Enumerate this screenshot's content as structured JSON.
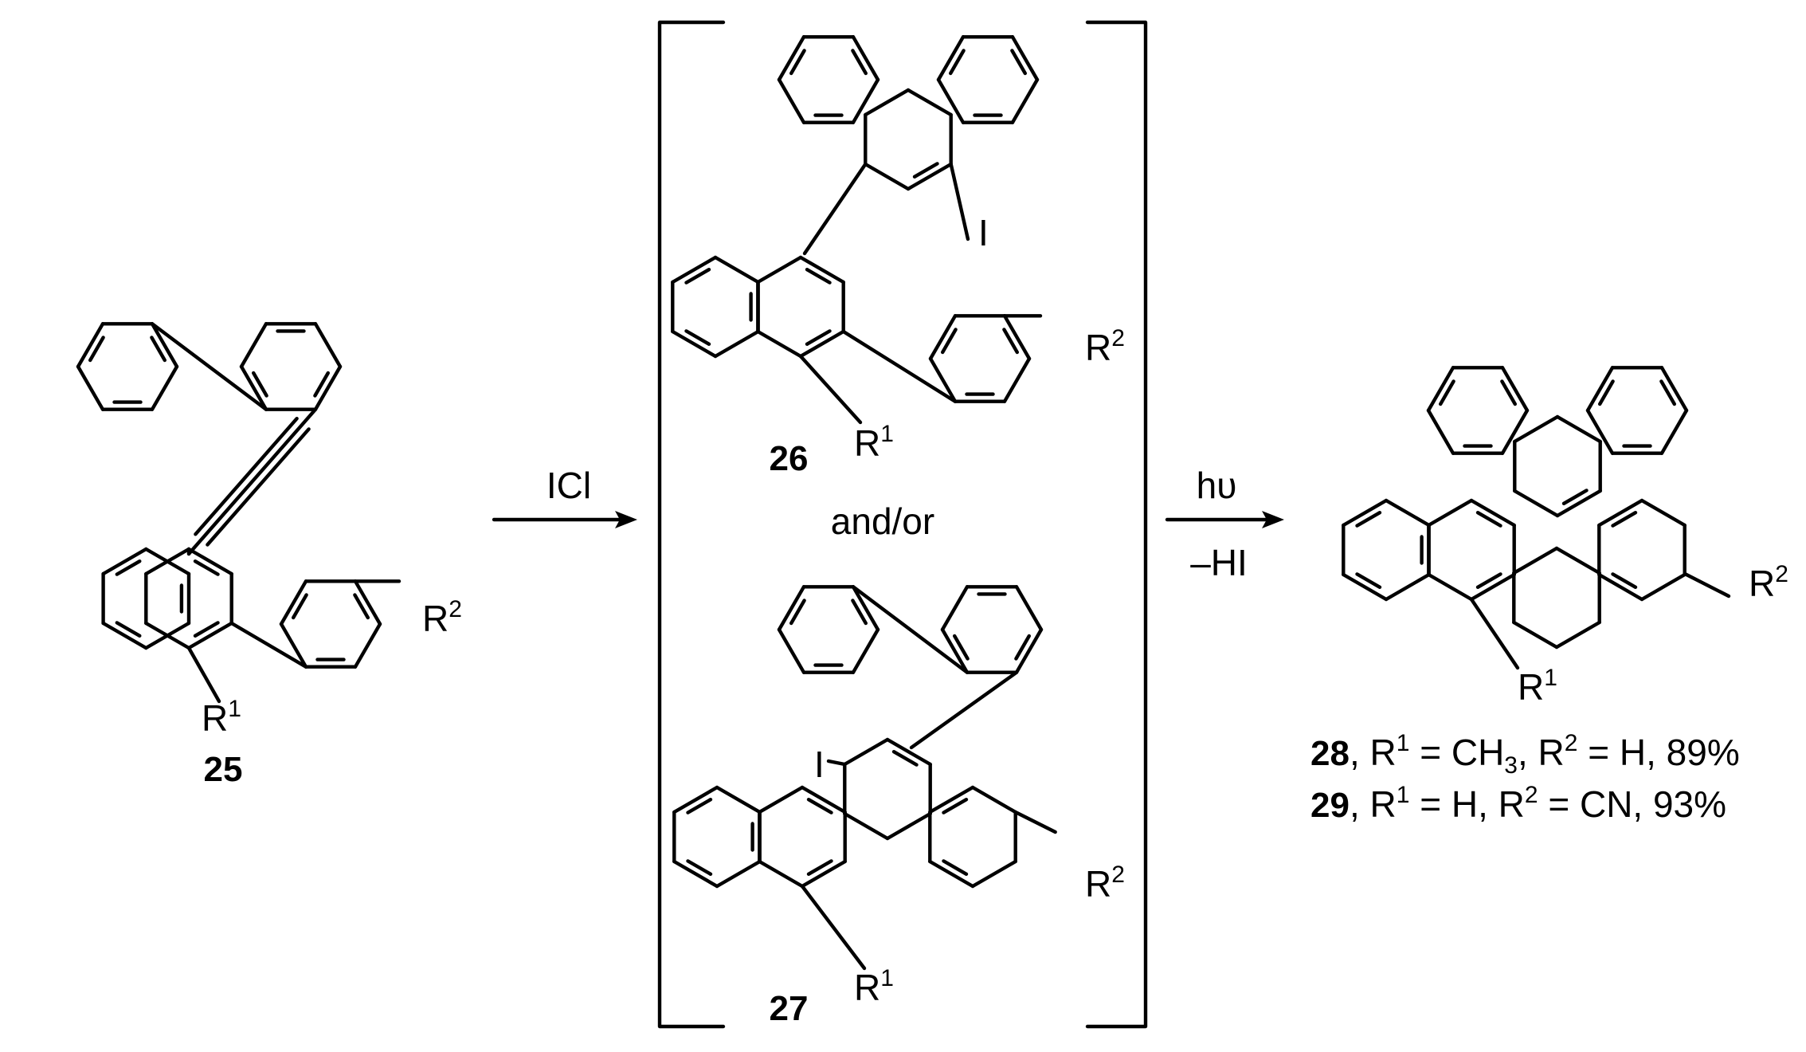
{
  "scheme": {
    "compound_25": {
      "number": "25",
      "r1_symbol": "R",
      "r1_index": "1",
      "r2_symbol": "R",
      "r2_index": "2"
    },
    "step1": {
      "reagent": "ICl"
    },
    "intermediates": {
      "compound_26": {
        "number": "26",
        "iodo": "I",
        "r1_symbol": "R",
        "r1_index": "1",
        "r2_symbol": "R",
        "r2_index": "2"
      },
      "connector": "and/or",
      "compound_27": {
        "number": "27",
        "iodo": "I",
        "r1_symbol": "R",
        "r1_index": "1",
        "r2_symbol": "R",
        "r2_index": "2"
      }
    },
    "step2": {
      "reagent": "hυ",
      "byproduct": "–HI"
    },
    "product": {
      "r1_symbol": "R",
      "r1_index": "1",
      "r2_symbol": "R",
      "r2_index": "2",
      "entries": [
        {
          "number": "28",
          "sep1": ", R",
          "r1_index": "1",
          "r1_def": " = CH",
          "r1_sub": "3",
          "sep2": ", R",
          "r2_index": "2",
          "r2_def": " = H, 89%"
        },
        {
          "number": "29",
          "sep1": ", R",
          "r1_index": "1",
          "r1_def": " = H",
          "r1_sub": "",
          "sep2": ", R",
          "r2_index": "2",
          "r2_def": " = CN, 93%"
        }
      ]
    }
  }
}
